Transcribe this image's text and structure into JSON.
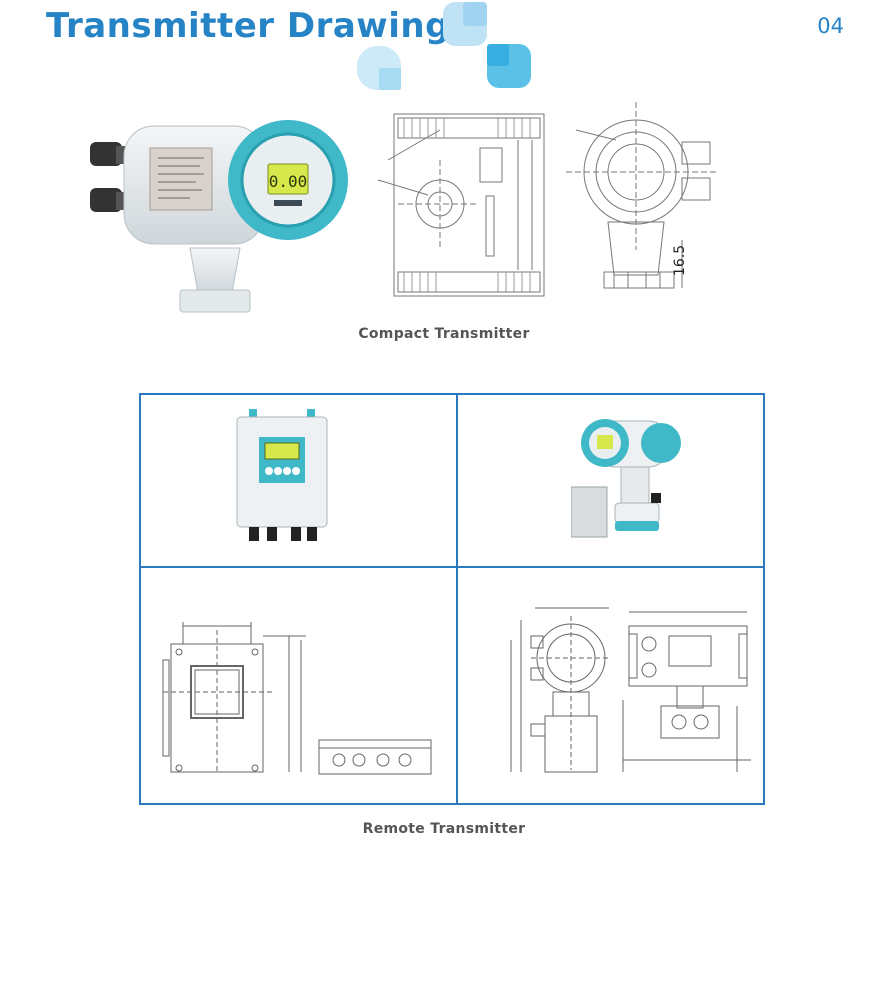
{
  "header": {
    "title": "Transmitter Drawing",
    "page_number": "04"
  },
  "compact": {
    "display_reading": "0.00",
    "dimension_label": "16.5",
    "caption": "Compact Transmitter"
  },
  "remote": {
    "caption": "Remote Transmitter"
  },
  "colors": {
    "brand_blue": "#2583c6",
    "frame_blue": "#2b78be",
    "teal": "#3fb8c7",
    "lcd": "#d6e84a"
  }
}
